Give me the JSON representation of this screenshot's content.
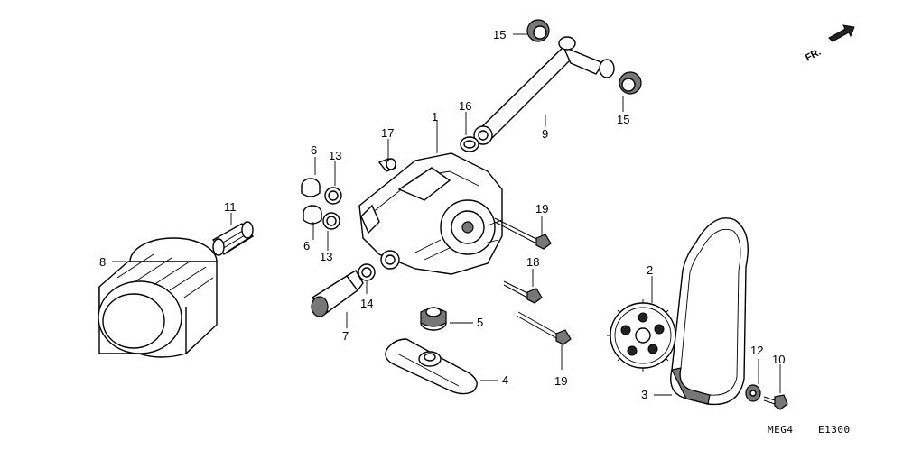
{
  "parts": {
    "p1": "1",
    "p2": "2",
    "p3": "3",
    "p4": "4",
    "p5": "5",
    "p6a": "6",
    "p6b": "6",
    "p7": "7",
    "p8": "8",
    "p9": "9",
    "p10": "10",
    "p11": "11",
    "p12": "12",
    "p13a": "13",
    "p13b": "13",
    "p14": "14",
    "p15a": "15",
    "p15b": "15",
    "p16": "16",
    "p17": "17",
    "p18": "18",
    "p19a": "19",
    "p19b": "19"
  },
  "direction_marker": "FR.",
  "footer": {
    "code_left": "MEG4",
    "code_right": "E1300"
  }
}
